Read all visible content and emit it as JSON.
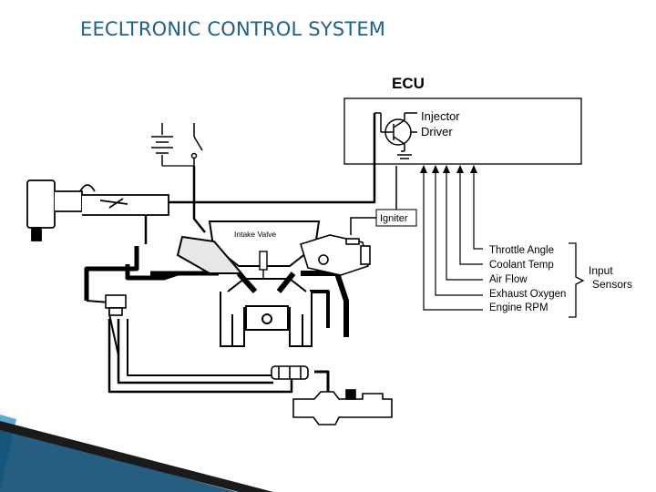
{
  "slide": {
    "title": "EECLTRONIC CONTROL SYSTEM"
  },
  "diagram": {
    "ecu_label": "ECU",
    "injector_line1": "Injector",
    "injector_line2": "Driver",
    "igniter_label": "Igniter",
    "intake_valve_label": "Intake Valve",
    "sensors": [
      "Throttle Angle",
      "Coolant Temp",
      "Air Flow",
      "Exhaust Oxygen",
      "Engine RPM"
    ],
    "input_line1": "Input",
    "input_line2": "Sensors"
  },
  "colors": {
    "title": "#1f5f8b",
    "accent_dark": "#0e4d73",
    "accent_light": "#5fa8d3"
  }
}
